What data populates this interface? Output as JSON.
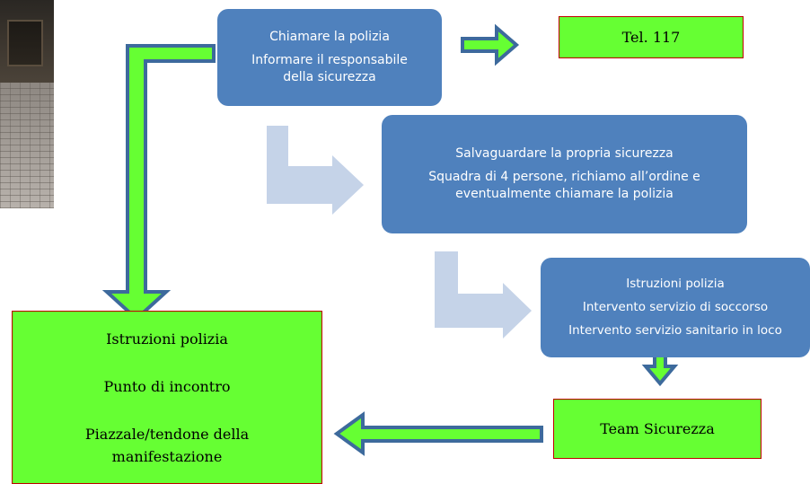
{
  "boxes": {
    "call_police": {
      "lines": [
        "Chiamare la polizia",
        "Informare il responsabile della sicurezza"
      ]
    },
    "phone": {
      "label": "Tel. 117"
    },
    "safety": {
      "lines": [
        "Salvaguardare la propria sicurezza",
        "Squadra di 4 persone, richiamo all’ordine e eventualmente chiamare la polizia"
      ]
    },
    "instructions": {
      "lines": [
        "Istruzioni polizia",
        "Intervento servizio di soccorso",
        "Intervento servizio sanitario in loco"
      ]
    },
    "team": {
      "label": "Team Sicurezza"
    },
    "meeting": {
      "lines": [
        "Istruzioni polizia",
        "Punto di incontro",
        "Piazzale/tendone della manifestazione"
      ]
    }
  },
  "colors": {
    "blue_box": "#4f81bd",
    "green_box": "#66ff33",
    "green_border": "#c00000",
    "arrow_green": "#66ff33",
    "arrow_outline": "#3d6a9c",
    "arrow_faded": "#c5d3e8"
  }
}
